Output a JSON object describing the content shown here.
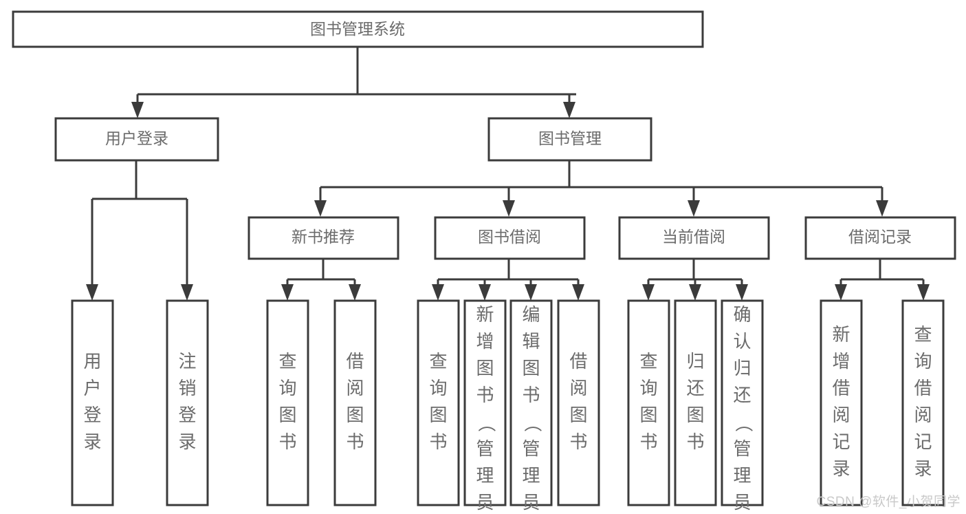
{
  "diagram": {
    "title": "图书管理系统",
    "type": "tree",
    "watermark": "CSDN @软件_小贺同学",
    "levels": {
      "root": {
        "label": "图书管理系统"
      },
      "level2": [
        {
          "id": "user-login",
          "label": "用户登录"
        },
        {
          "id": "book-management",
          "label": "图书管理"
        }
      ],
      "level3": [
        {
          "id": "new-book-recommend",
          "label": "新书推荐",
          "parent": "book-management"
        },
        {
          "id": "book-borrow",
          "label": "图书借阅",
          "parent": "book-management"
        },
        {
          "id": "current-borrow",
          "label": "当前借阅",
          "parent": "book-management"
        },
        {
          "id": "borrow-record",
          "label": "借阅记录",
          "parent": "book-management"
        }
      ],
      "leaves": [
        {
          "id": "leaf-user-login",
          "label": "用户登录",
          "parent": "user-login"
        },
        {
          "id": "leaf-logout",
          "label": "注销登录",
          "parent": "user-login"
        },
        {
          "id": "leaf-query-book-1",
          "label": "查询图书",
          "parent": "new-book-recommend"
        },
        {
          "id": "leaf-borrow-book-1",
          "label": "借阅图书",
          "parent": "new-book-recommend"
        },
        {
          "id": "leaf-query-book-2",
          "label": "查询图书",
          "parent": "book-borrow"
        },
        {
          "id": "leaf-add-book",
          "label": "新增图书（管理员）",
          "parent": "book-borrow"
        },
        {
          "id": "leaf-edit-book",
          "label": "编辑图书（管理员）",
          "parent": "book-borrow"
        },
        {
          "id": "leaf-borrow-book-2",
          "label": "借阅图书",
          "parent": "book-borrow"
        },
        {
          "id": "leaf-query-book-3",
          "label": "查询图书",
          "parent": "current-borrow"
        },
        {
          "id": "leaf-return-book",
          "label": "归还图书",
          "parent": "current-borrow"
        },
        {
          "id": "leaf-confirm-return",
          "label": "确认归还（管理员）",
          "parent": "current-borrow"
        },
        {
          "id": "leaf-add-record",
          "label": "新增借阅记录",
          "parent": "borrow-record"
        },
        {
          "id": "leaf-query-record",
          "label": "查询借阅记录",
          "parent": "borrow-record"
        }
      ]
    },
    "colors": {
      "stroke": "#3b3b3b",
      "box_fill": "#ffffff",
      "text": "#6b6b6b",
      "watermark": "#c9c9c9",
      "background": "#ffffff"
    }
  }
}
